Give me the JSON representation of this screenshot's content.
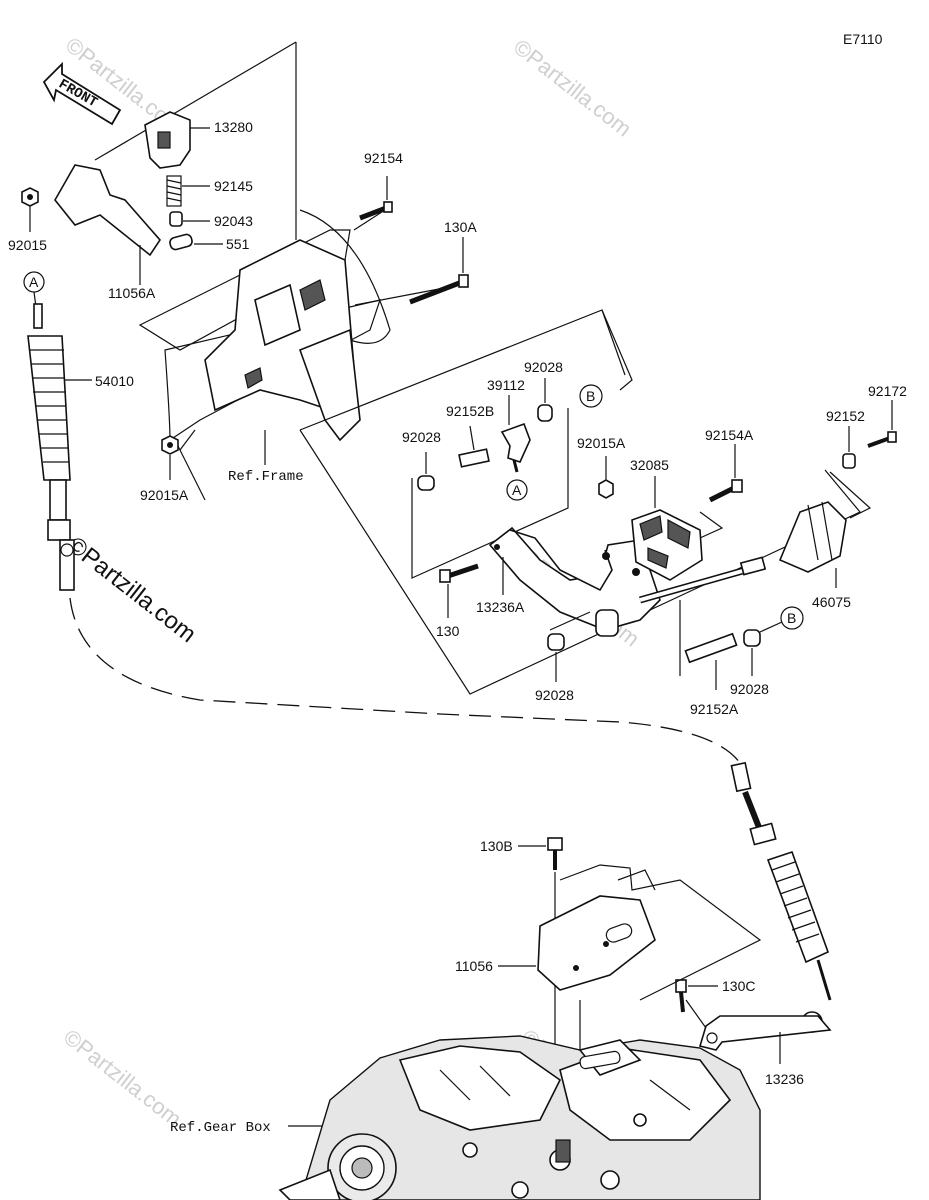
{
  "diagram_code": "E7110",
  "front_arrow_label": "FRONT",
  "watermark": "©Partzilla.com",
  "reference_labels": {
    "frame": "Ref.Frame",
    "gear_box": "Ref.Gear Box"
  },
  "callout_markers": {
    "A": "A",
    "B": "B"
  },
  "part_numbers": {
    "p13280": "13280",
    "p92145": "92145",
    "p92043": "92043",
    "p551": "551",
    "p92015": "92015",
    "p11056A": "11056A",
    "p92154": "92154",
    "p130A": "130A",
    "p54010": "54010",
    "p92015A_left": "92015A",
    "p92028_top": "92028",
    "p39112": "39112",
    "p92152B": "92152B",
    "p92028_left": "92028",
    "p92015A_mid": "92015A",
    "p92154A": "92154A",
    "p32085": "32085",
    "p92152": "92152",
    "p92172": "92172",
    "p130": "130",
    "p13236A": "13236A",
    "p46075": "46075",
    "p92028_bottom": "92028",
    "p92028_right": "92028",
    "p92152A": "92152A",
    "p130B": "130B",
    "p11056": "11056",
    "p130C": "130C",
    "p13236": "13236"
  }
}
